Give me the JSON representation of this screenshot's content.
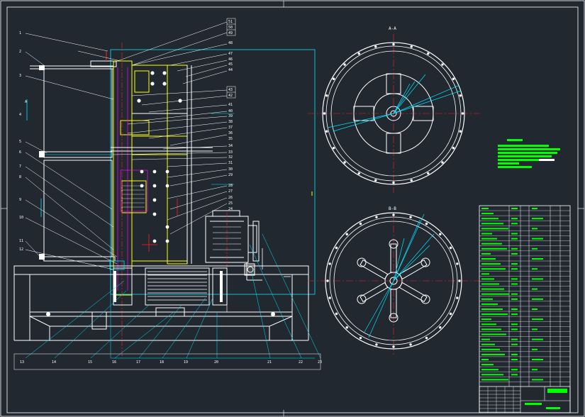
{
  "views": {
    "section_a": "A-A",
    "section_b": "B-B"
  },
  "part_labels": {
    "left": [
      "1",
      "2",
      "3",
      "4",
      "5",
      "6",
      "7",
      "8",
      "9",
      "10",
      "11",
      "12"
    ],
    "right_top": [
      "51",
      "50",
      "49",
      "48",
      "47",
      "46",
      "45",
      "44",
      "43",
      "42",
      "41",
      "40",
      "39",
      "38",
      "37",
      "36",
      "35"
    ],
    "right_mid": [
      "34",
      "33",
      "32",
      "31",
      "30",
      "29",
      "28",
      "27",
      "26",
      "25",
      "24"
    ],
    "bottom": [
      "13",
      "14",
      "15",
      "16",
      "17",
      "18",
      "19",
      "20",
      "21",
      "22",
      "23"
    ]
  },
  "colors": {
    "background": "#212830",
    "white": "#ffffff",
    "cyan": "#00e5ff",
    "red": "#ff2020",
    "yellow": "#ffff00",
    "green": "#00ff00",
    "magenta": "#ff00ff"
  }
}
